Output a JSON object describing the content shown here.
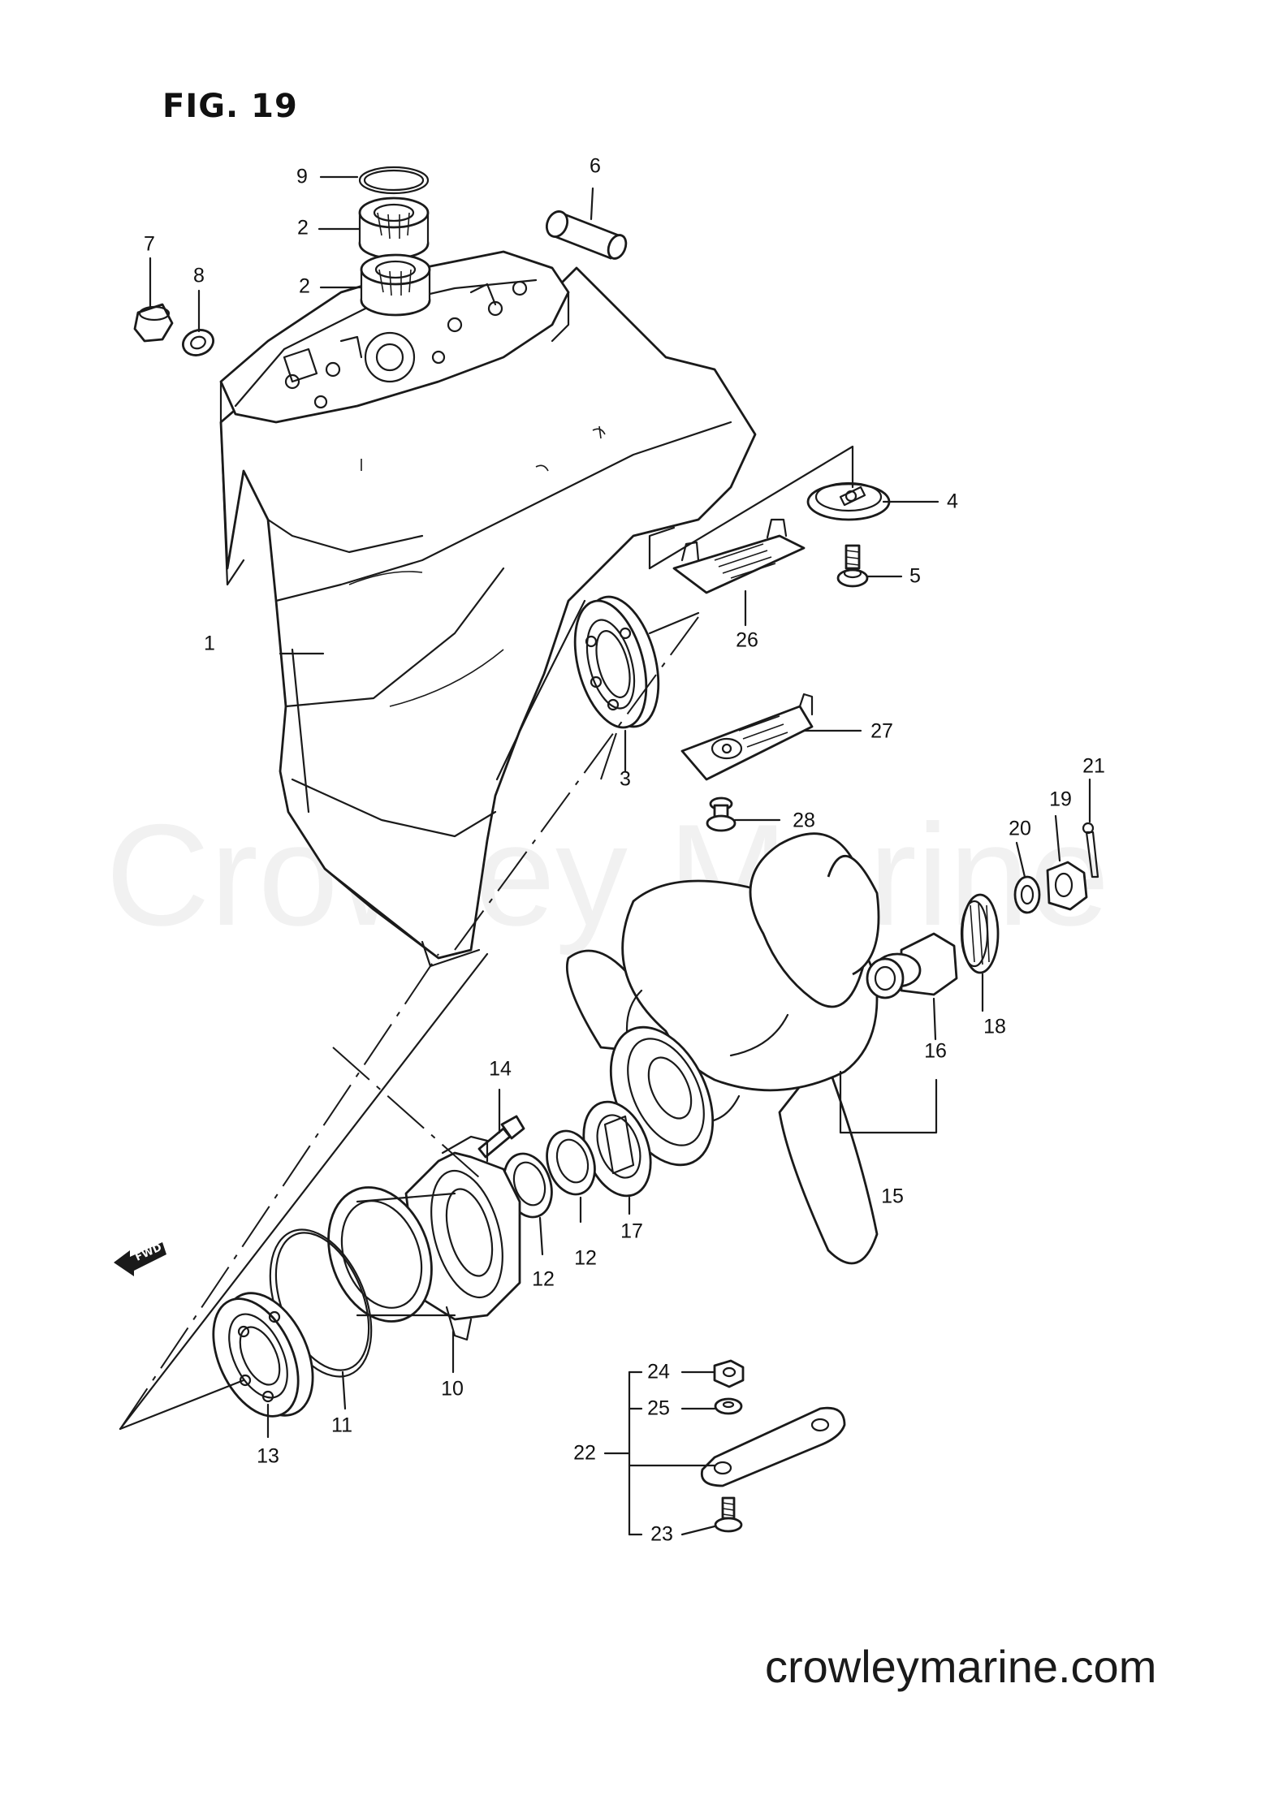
{
  "figure_title": "FIG. 19",
  "watermark": "Crowley Marine",
  "website": "crowleymarine.com",
  "fwd_badge": "FWD",
  "callouts": {
    "p1": "1",
    "p2a": "2",
    "p2b": "2",
    "p3": "3",
    "p4": "4",
    "p5": "5",
    "p6": "6",
    "p7": "7",
    "p8": "8",
    "p9": "9",
    "p10": "10",
    "p11": "11",
    "p12a": "12",
    "p12b": "12",
    "p13": "13",
    "p14": "14",
    "p15": "15",
    "p16": "16",
    "p17": "17",
    "p18": "18",
    "p19": "19",
    "p20": "20",
    "p21": "21",
    "p22": "22",
    "p23": "23",
    "p24": "24",
    "p25": "25",
    "p26": "26",
    "p27": "27",
    "p28": "28"
  },
  "parts": [
    {
      "id": "1",
      "icon": "gear-case-housing"
    },
    {
      "id": "2",
      "icon": "needle-bearing"
    },
    {
      "id": "3",
      "icon": "ball-bearing"
    },
    {
      "id": "4",
      "icon": "cap"
    },
    {
      "id": "5",
      "icon": "bolt"
    },
    {
      "id": "6",
      "icon": "pin"
    },
    {
      "id": "7",
      "icon": "plug"
    },
    {
      "id": "8",
      "icon": "gasket"
    },
    {
      "id": "9",
      "icon": "circlip"
    },
    {
      "id": "10",
      "icon": "bearing-housing"
    },
    {
      "id": "11",
      "icon": "o-ring"
    },
    {
      "id": "12",
      "icon": "oil-seal"
    },
    {
      "id": "13",
      "icon": "ball-bearing"
    },
    {
      "id": "14",
      "icon": "bolt"
    },
    {
      "id": "15",
      "icon": "propeller"
    },
    {
      "id": "16",
      "icon": "bushing"
    },
    {
      "id": "17",
      "icon": "stopper"
    },
    {
      "id": "18",
      "icon": "spacer"
    },
    {
      "id": "19",
      "icon": "nut"
    },
    {
      "id": "20",
      "icon": "washer"
    },
    {
      "id": "21",
      "icon": "cotter-pin"
    },
    {
      "id": "22",
      "icon": "plate"
    },
    {
      "id": "23",
      "icon": "screw"
    },
    {
      "id": "24",
      "icon": "nut"
    },
    {
      "id": "25",
      "icon": "washer"
    },
    {
      "id": "26",
      "icon": "anode"
    },
    {
      "id": "27",
      "icon": "anode"
    },
    {
      "id": "28",
      "icon": "bolt"
    }
  ]
}
